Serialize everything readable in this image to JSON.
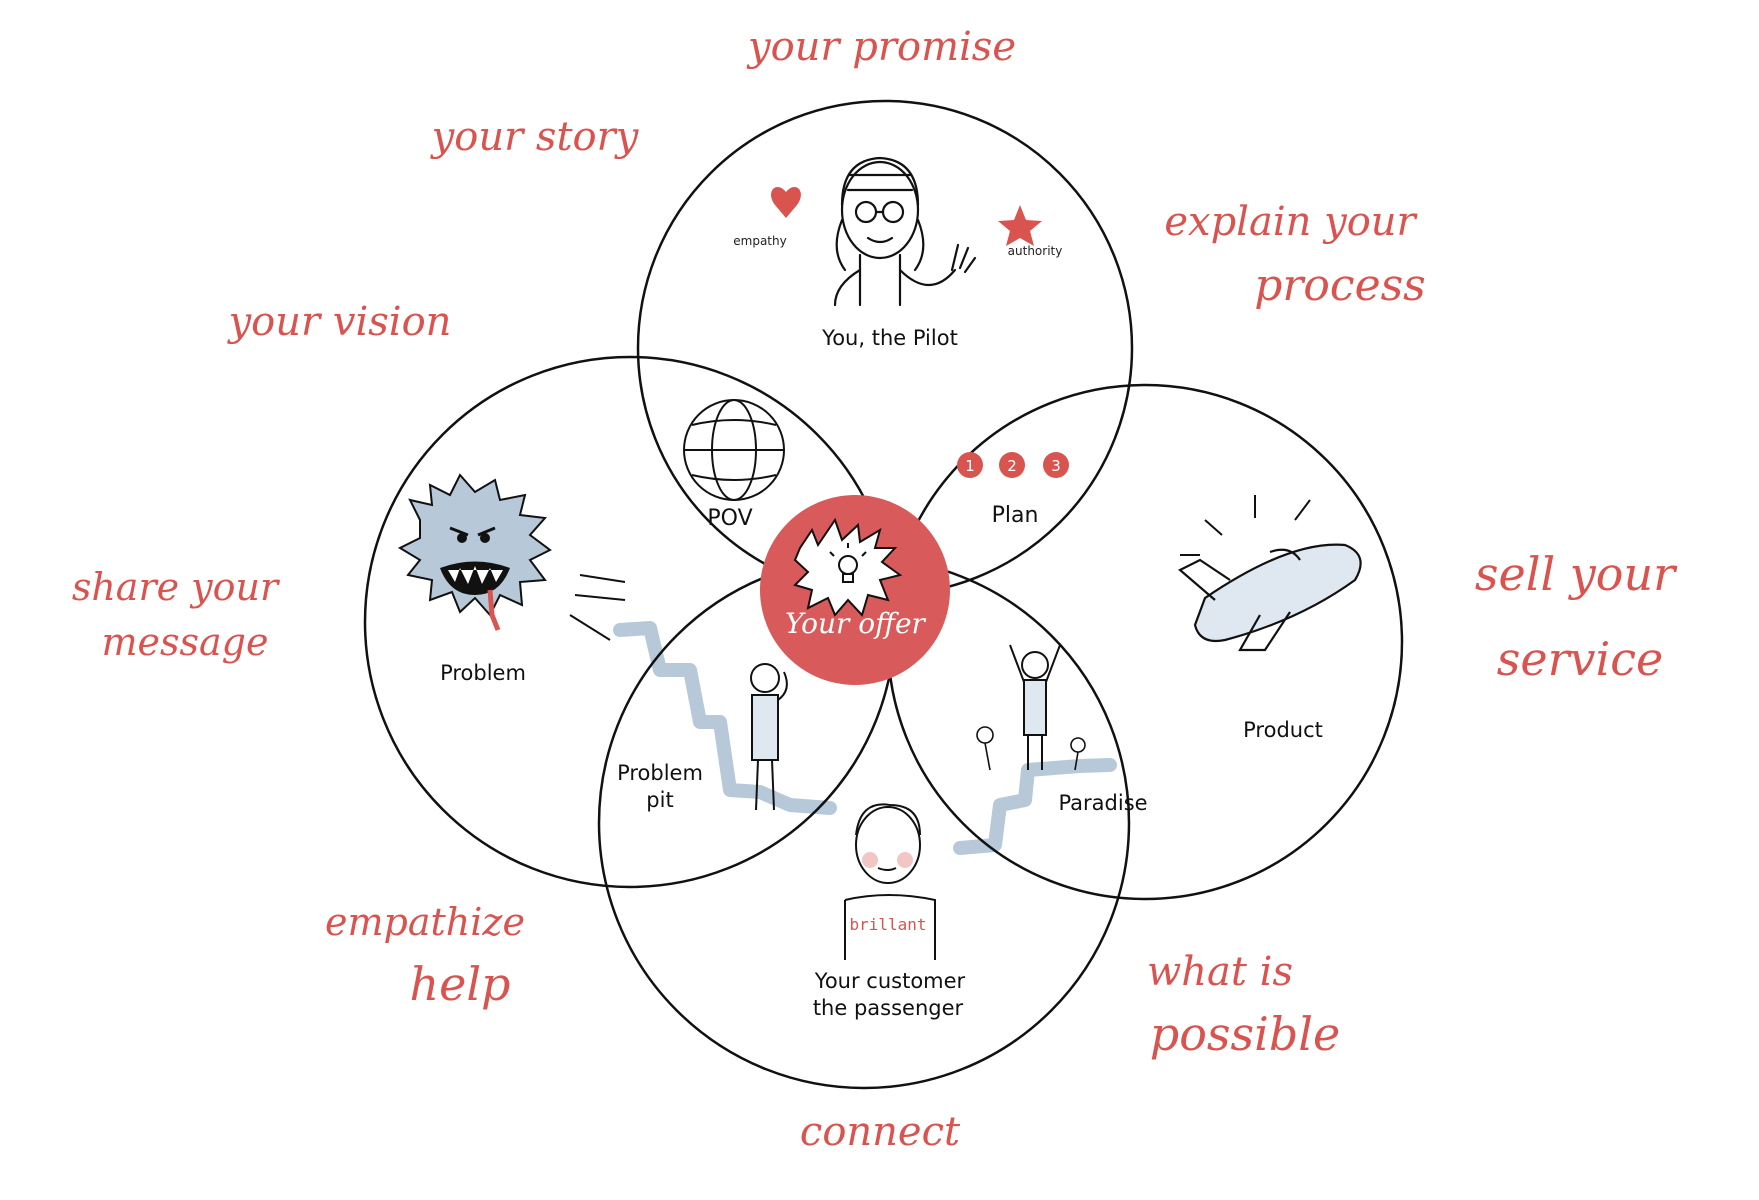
{
  "colors": {
    "accent_red": "#d9534f",
    "offer_fill": "#d95a5a",
    "soft_blue": "#b7c9d9",
    "ink": "#111111"
  },
  "outer_labels": {
    "your_promise": "your promise",
    "your_story": "your story",
    "explain_line1": "explain your",
    "explain_line2": "process",
    "your_vision": "your vision",
    "share_line1": "share your",
    "share_line2": "message",
    "sell_line1": "sell your",
    "sell_line2": "service",
    "empathize_line1": "empathize",
    "empathize_line2": "help",
    "what_line1": "what is",
    "what_line2": "possible",
    "connect": "connect"
  },
  "regions": {
    "pilot": "You, the Pilot",
    "empathy": "empathy",
    "authority": "authority",
    "pov": "POV",
    "plan": "Plan",
    "plan_steps": [
      "1",
      "2",
      "3"
    ],
    "problem": "Problem",
    "product": "Product",
    "problem_pit_line1": "Problem",
    "problem_pit_line2": "pit",
    "paradise": "Paradise",
    "offer": "Your offer",
    "customer_line1": "Your customer",
    "customer_line2": "the passenger",
    "shirt_text": "brillant"
  },
  "icons": [
    "heart-icon",
    "star-icon",
    "globe-icon",
    "lightbulb-icon",
    "monster-icon",
    "airplane-icon",
    "pilot-icon",
    "customer-icon",
    "person-icon",
    "flower-icon"
  ]
}
